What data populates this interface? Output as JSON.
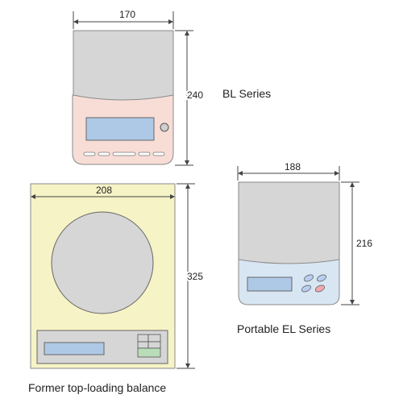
{
  "bl": {
    "caption": "BL Series",
    "width_label": "170",
    "height_label": "240"
  },
  "el": {
    "caption": "Portable EL Series",
    "width_label": "188",
    "height_label": "216"
  },
  "former": {
    "caption": "Former top-loading balance",
    "width_label": "208",
    "height_label": "325"
  },
  "colors": {
    "pan_gray": "#d6d6d6",
    "bl_body": "#f7ddd6",
    "el_body": "#d8e6f3",
    "former_body": "#f6f3c6",
    "display_blue": "#aec9e6",
    "display_green": "#b9ddb8",
    "key_pink": "#f2aab0",
    "key_blue": "#b9cdef"
  }
}
